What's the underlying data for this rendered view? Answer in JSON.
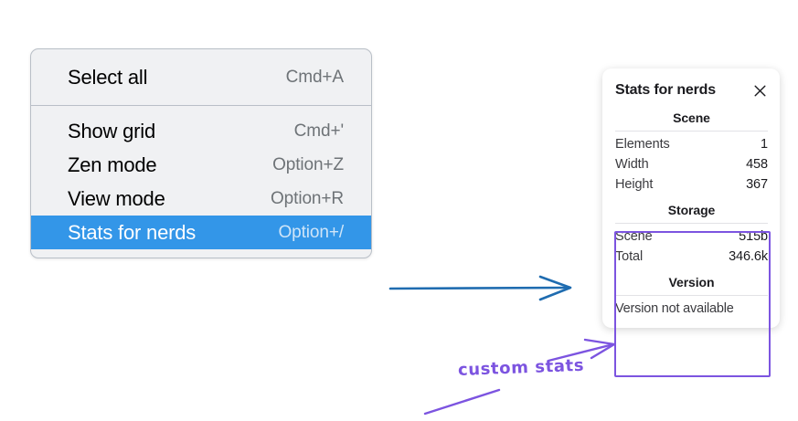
{
  "context_menu": {
    "name": "canvas-context-menu",
    "groups": [
      {
        "items": [
          {
            "label": "Select all",
            "shortcut": "Cmd+A",
            "selected": false
          }
        ]
      },
      {
        "items": [
          {
            "label": "Show grid",
            "shortcut": "Cmd+'",
            "selected": false
          },
          {
            "label": "Zen mode",
            "shortcut": "Option+Z",
            "selected": false
          },
          {
            "label": "View mode",
            "shortcut": "Option+R",
            "selected": false
          },
          {
            "label": "Stats for nerds",
            "shortcut": "Option+/",
            "selected": true
          }
        ]
      }
    ],
    "highlight_color": "#3396e8",
    "background_color": "#f0f1f3"
  },
  "stats_panel": {
    "title": "Stats for nerds",
    "close_icon": "close-icon",
    "sections": [
      {
        "heading": "Scene",
        "rows": [
          {
            "key": "Elements",
            "value": "1"
          },
          {
            "key": "Width",
            "value": "458"
          },
          {
            "key": "Height",
            "value": "367"
          }
        ]
      },
      {
        "heading": "Storage",
        "rows": [
          {
            "key": "Scene",
            "value": "515b"
          },
          {
            "key": "Total",
            "value": "346.6k"
          }
        ]
      },
      {
        "heading": "Version",
        "note": "Version not available",
        "rows": []
      }
    ]
  },
  "annotations": {
    "custom_stats_label": "custom stats",
    "highlight_box_color": "#7c54e0",
    "blue_arrow_color": "#1f6cb0",
    "purple_ink_color": "#7c54e0"
  }
}
